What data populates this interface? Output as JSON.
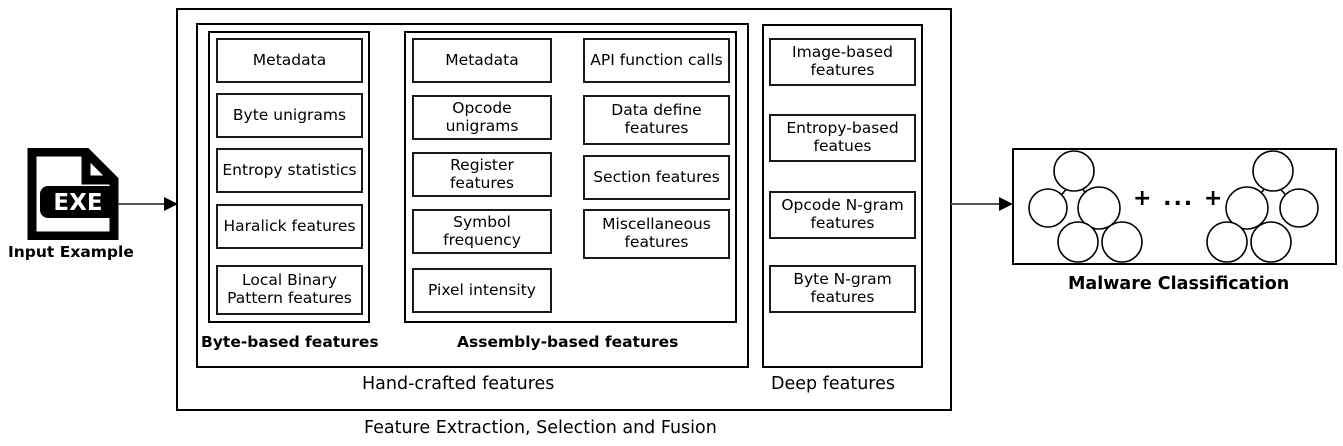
{
  "input": {
    "icon_label": "EXE",
    "caption": "Input Example"
  },
  "pipeline": {
    "caption": "Feature Extraction, Selection and Fusion",
    "handcrafted": {
      "caption": "Hand-crafted features",
      "byte_based": {
        "caption": "Byte-based features",
        "items": [
          "Metadata",
          "Byte unigrams",
          "Entropy statistics",
          "Haralick features",
          "Local Binary\nPattern features"
        ]
      },
      "assembly_based": {
        "caption": "Assembly-based features",
        "items_left": [
          "Metadata",
          "Opcode unigrams",
          "Register features",
          "Symbol frequency",
          "Pixel intensity"
        ],
        "items_right": [
          "API function calls",
          "Data define\nfeatures",
          "Section features",
          "Miscellaneous\nfeatures"
        ]
      }
    },
    "deep": {
      "caption": "Deep features",
      "items": [
        "Image-based\nfeatures",
        "Entropy-based\nfeatues",
        "Opcode N-gram\nfeatures",
        "Byte N-gram\nfeatures"
      ]
    }
  },
  "classification": {
    "caption": "Malware Classification",
    "ensemble_separator": "+ ... +"
  },
  "colors": {
    "stroke": "#000000",
    "background": "#ffffff",
    "arrow": "#4d4d4d"
  }
}
